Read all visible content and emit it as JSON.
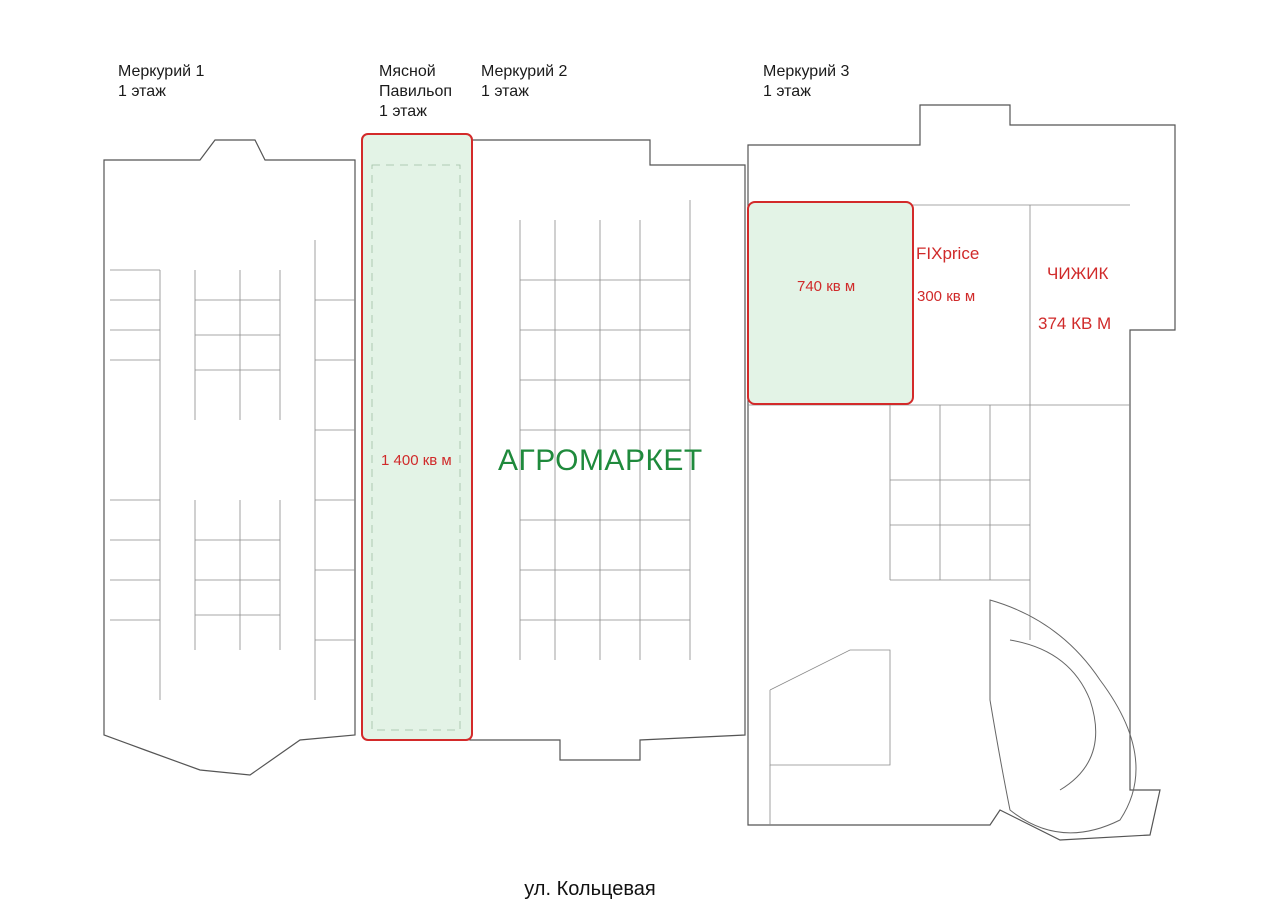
{
  "headers": {
    "m1": "Меркурий 1\n1 этаж",
    "meat": "Мясной\nПавильоп\n1 этаж",
    "m2": "Меркурий 2\n1 этаж",
    "m3": "Меркурий 3\n1 этаж"
  },
  "areas": {
    "meat_area": "1 400 кв м",
    "m3_area": "740 кв м",
    "fix_name": "FIXprice",
    "fix_area": "300 кв м",
    "chizhik_name": "ЧИЖИК",
    "chizhik_area": "374 КВ М"
  },
  "brand": "АГРОМАРКЕТ",
  "street": "ул. Кольцевая",
  "colors": {
    "highlight_fill": "#e3f3e6",
    "highlight_stroke": "#d32a2a",
    "label_red": "#d02a2a",
    "brand_green": "#1f8a3c",
    "plan_line": "#555555"
  }
}
